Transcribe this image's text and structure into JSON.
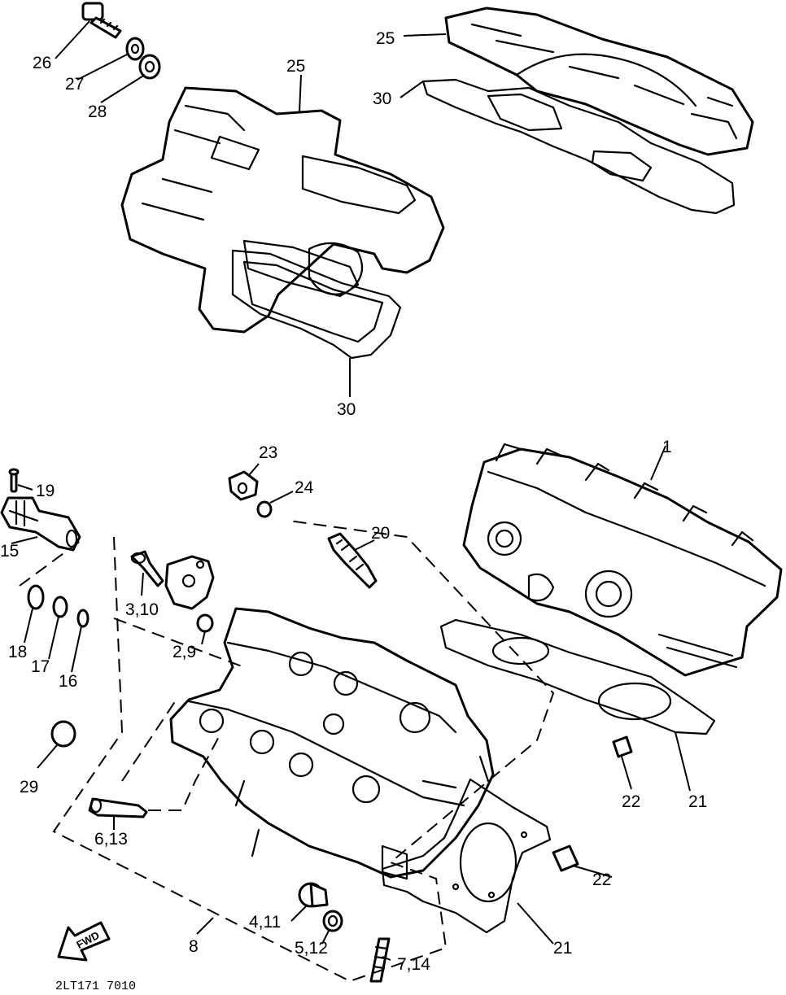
{
  "labels": {
    "c26": "26",
    "c27": "27",
    "c28": "28",
    "c25a": "25",
    "c25b": "25",
    "c30a": "30",
    "c30b": "30",
    "c1": "1",
    "c23": "23",
    "c24": "24",
    "c20": "20",
    "c19": "19",
    "c15": "15",
    "c3_10": "3,10",
    "c2_9": "2,9",
    "c18": "18",
    "c17": "17",
    "c16": "16",
    "c29": "29",
    "c6_13": "6,13",
    "c22a": "22",
    "c21a": "21",
    "c22b": "22",
    "c21b": "21",
    "c4_11": "4,11",
    "c5_12": "5,12",
    "c8": "8",
    "c7_14": "7,14"
  },
  "fwd_mark": "FWD",
  "drawing_code": "2LT171 7010"
}
